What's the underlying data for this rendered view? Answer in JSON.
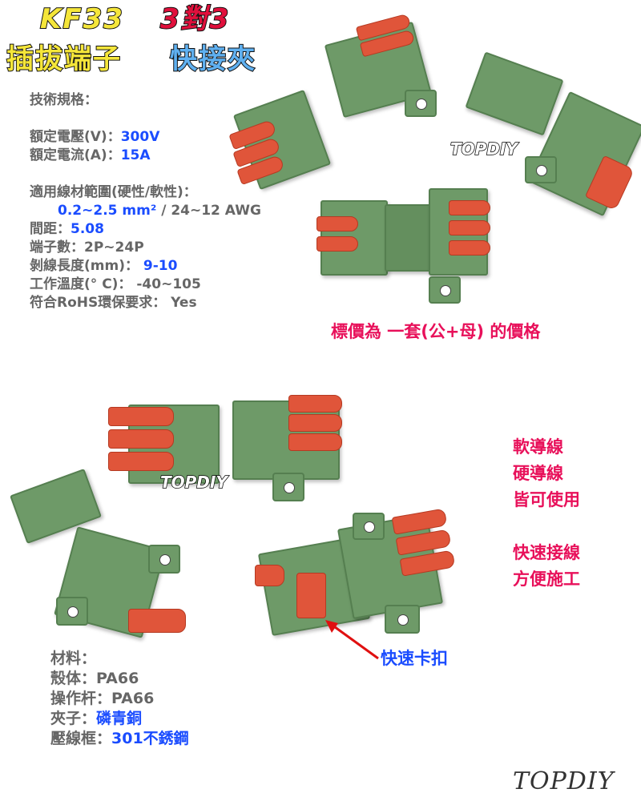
{
  "title": {
    "model": "KF33",
    "pairing": "3對3",
    "name": "插拔端子",
    "type": "快接夾",
    "colors": {
      "model": "#f5e63a",
      "pairing": "#e0103c",
      "name": "#f5e63a",
      "type": "#5fb0f0"
    }
  },
  "specs": {
    "heading": "技術規格：",
    "voltage_label": "額定電壓(V)：",
    "voltage": "300V",
    "current_label": "額定電流(A)：",
    "current": "15A",
    "wire_label": "適用線材範圍(硬性/軟性)：",
    "wire_mm": "0.2~2.5 mm²",
    "wire_awg": " / 24~12 AWG",
    "pitch_label": "間距：",
    "pitch": "5.08",
    "poles_label": "端子數：2P~24P",
    "strip_label": "剝線長度(mm)：",
    "strip": "9-10",
    "temp_label": "工作溫度(° C)：",
    "temp": "-40~105",
    "rohs_label": "符合RoHS環保要求：",
    "rohs": "Yes"
  },
  "price_note": "標價為 一套(公+母) 的價格",
  "features": [
    "軟導線",
    "硬導線",
    "皆可使用",
    "快速接線",
    "方便施工"
  ],
  "callout": "快速卡扣",
  "materials": {
    "heading": "材料：",
    "housing": "殼体：PA66",
    "lever": "操作杆：PA66",
    "clamp_label": "夾子：",
    "clamp": "磷青銅",
    "frame_label": "壓線框：",
    "frame": "301不銹鋼"
  },
  "watermarks": [
    "TOPDIY",
    "TOPDIY"
  ],
  "brand": "TOPDIY",
  "accent_colors": {
    "spec_value": "#1a4cff",
    "feature_text": "#e8105a",
    "connector_green": "#6e9a68",
    "lever_orange": "#e0553a"
  }
}
